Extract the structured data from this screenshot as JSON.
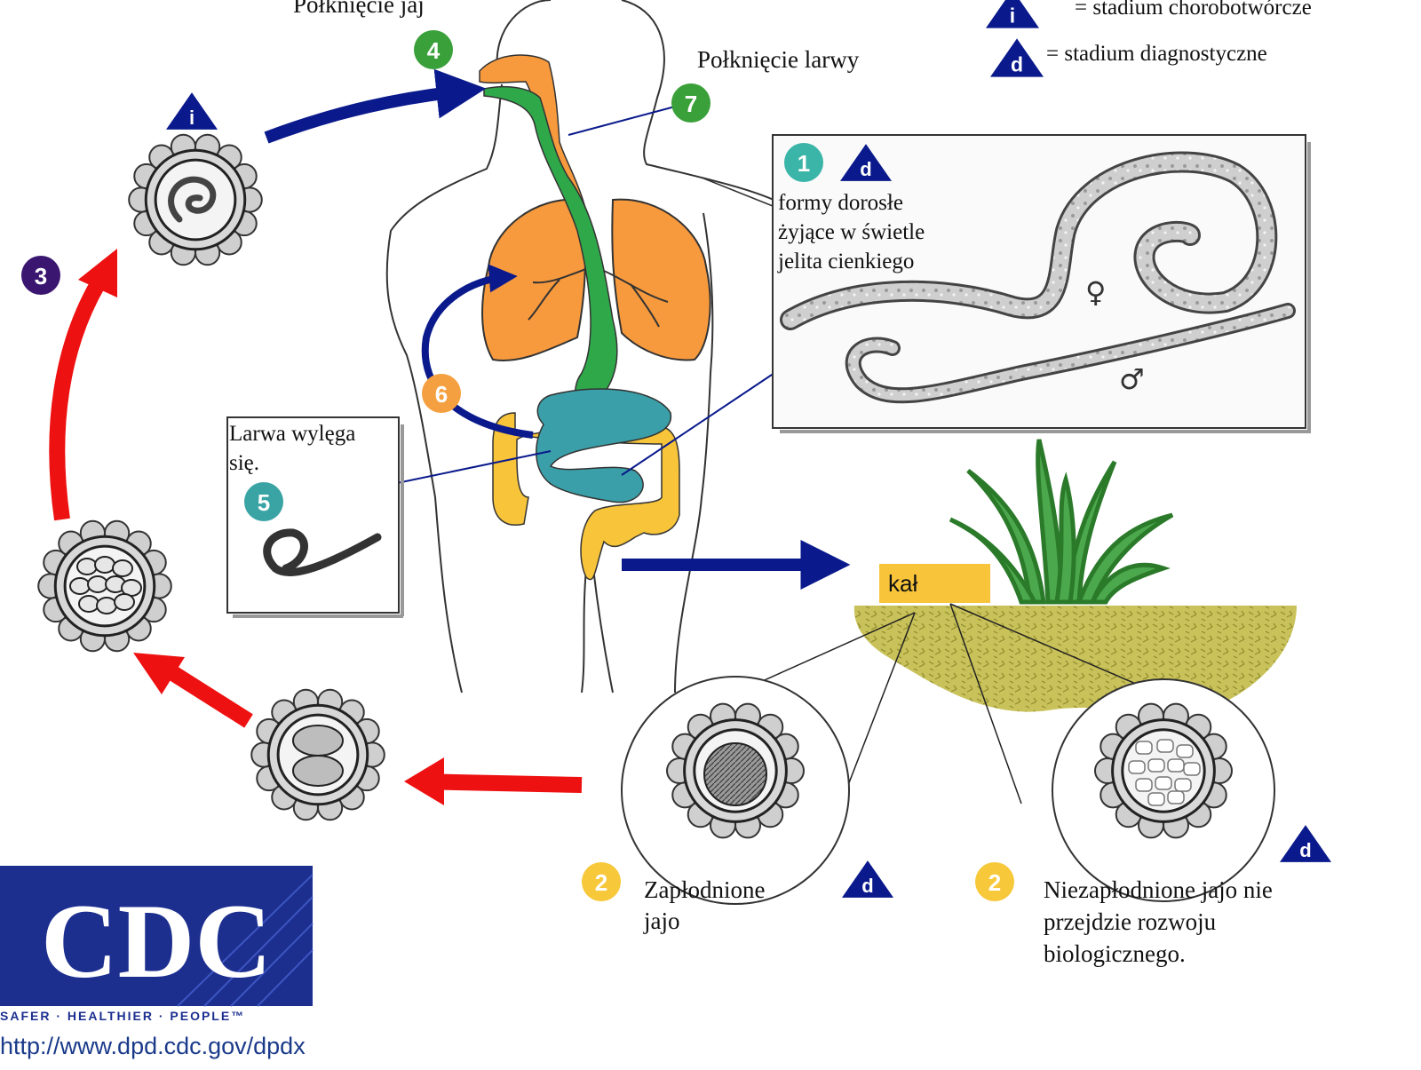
{
  "legend": {
    "infective_symbol": "i",
    "infective_text": "= stadium chorobotwórcze",
    "diagnostic_symbol": "d",
    "diagnostic_text": "= stadium diagnostyczne"
  },
  "labels": {
    "ingest_eggs": "Połknięcie jaj",
    "ingest_larvae": "Połknięcie larwy",
    "adults_line1": "formy dorosłe",
    "adults_line2": "żyjące w świetle",
    "adults_line3": "jelita cienkiego",
    "female_symbol": "♀",
    "male_symbol": "♂",
    "larva_hatches_line1": "Larwa wylęga",
    "larva_hatches_line2": "się.",
    "feces": "kał",
    "fertilized_line1": "Zapłodnione",
    "fertilized_line2": "jajo",
    "unfertilized_line1": "Niezapłodnione jajo nie",
    "unfertilized_line2": "przejdzie rozwoju",
    "unfertilized_line3": "biologicznego."
  },
  "steps": [
    "1",
    "2",
    "2",
    "3",
    "4",
    "5",
    "6",
    "7"
  ],
  "colors": {
    "arrow_blue": "#0a1a8c",
    "arrow_red": "#ee1111",
    "organ_orange": "#f79a3e",
    "organ_green": "#2fa84a",
    "intestine_teal": "#3a9fa8",
    "colon_yellow": "#f7c43a",
    "soil": "#c9c25a",
    "step_green": "#3aa03a",
    "step_purple": "#3a1670",
    "step_orange": "#f5a040",
    "step_teal": "#3aa3a3",
    "step_yellow": "#f7c83a",
    "step_1": "#3ab5a8",
    "cdc_blue": "#1c2f8f"
  },
  "logo": {
    "text": "CDC",
    "tagline": "SAFER · HEALTHIER · PEOPLE™",
    "url": "http://www.dpd.cdc.gov/dpdx"
  }
}
